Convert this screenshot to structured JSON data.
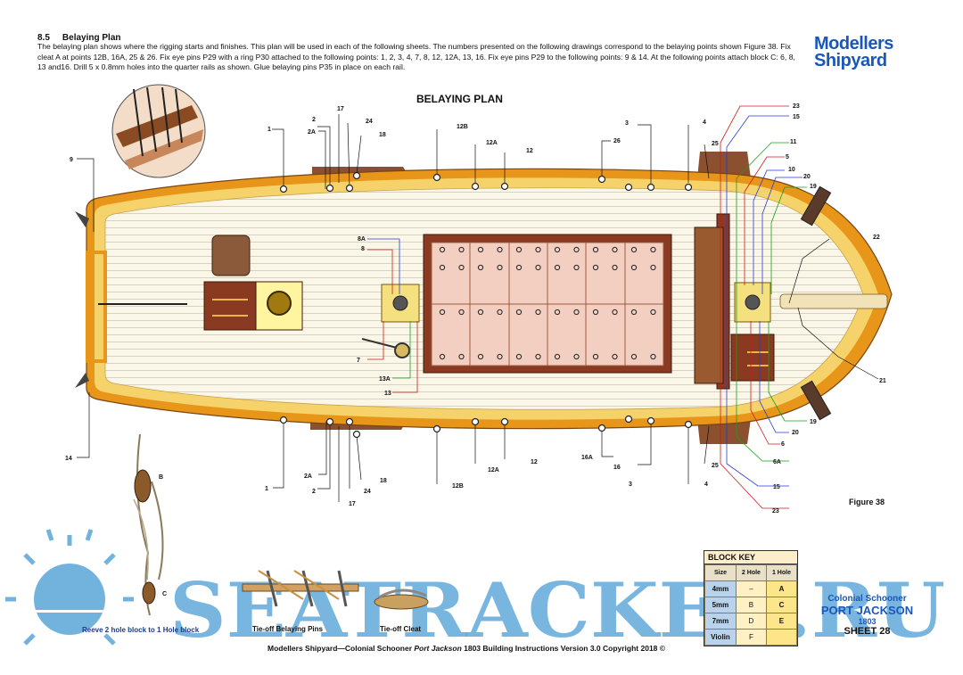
{
  "header": {
    "section_number": "8.5",
    "section_title": "Belaying Plan",
    "intro_text": "The belaying plan shows where the rigging starts and finishes. This plan will be used in each of the following sheets.  The numbers presented on the following drawings correspond to the belaying points shown Figure 38. Fix cleat A at points 12B, 16A, 25 & 26. Fix eye pins P29 with a ring P30 attached to the following points: 1, 2, 3, 4, 7, 8, 12, 12A, 13, 16. Fix eye pins P29 to the following points: 9 & 14. At the following points attach block C: 6, 8, 13 and16. Drill 5 x 0.8mm holes into the quarter rails as shown. Glue belaying pins P35 in place on each rail."
  },
  "logo": {
    "line1": "Modellers",
    "line2": "Shipyard"
  },
  "plan_title": "BELAYING PLAN",
  "figure_label": "Figure 38",
  "callouts": {
    "c1_top": "1",
    "c2_top": "2",
    "c2a_top": "2A",
    "c17_top": "17",
    "c24_top": "24",
    "c18_top": "18",
    "c12b_top": "12B",
    "c12a_top": "12A",
    "c12_top": "12",
    "c26_top": "26",
    "c3_top": "3",
    "c4_top": "4",
    "c25_top": "25",
    "c9": "9",
    "c14": "14",
    "c8a": "8A",
    "c8": "8",
    "c7": "7",
    "c13a": "13A",
    "c13": "13",
    "c23_top": "23",
    "c15_top": "15",
    "c11": "11",
    "c5": "5",
    "c10": "10",
    "c20_top": "20",
    "c19_top": "19",
    "c22": "22",
    "c21": "21",
    "c19_bot": "19",
    "c20_bot": "20",
    "c6": "6",
    "c6a": "6A",
    "c15_bot": "15",
    "c23_bot": "23",
    "c1_bot": "1",
    "c2a_bot": "2A",
    "c2_bot": "2",
    "c17_bot": "17",
    "c24_bot": "24",
    "c18_bot": "18",
    "c12b_bot": "12B",
    "c12a_bot": "12A",
    "c12_bot": "12",
    "c16a_bot": "16A",
    "c16_bot": "16",
    "c3_bot": "3",
    "c4_bot": "4",
    "c25_bot": "25",
    "cB": "B",
    "cC": "C"
  },
  "captions": {
    "reeve": "Reeve 2 hole block to 1 Hole block",
    "pins": "Tie-off Belaying Pins",
    "cleat": "Tie-off Cleat"
  },
  "block_key": {
    "title": "BLOCK KEY",
    "headers": [
      "Size",
      "2 Hole",
      "1 Hole"
    ],
    "rows": [
      {
        "size": "4mm",
        "two": "–",
        "one": "A"
      },
      {
        "size": "5mm",
        "two": "B",
        "one": "C"
      },
      {
        "size": "7mm",
        "two": "D",
        "one": "E"
      },
      {
        "size": "Violin",
        "two": "F",
        "one": ""
      }
    ]
  },
  "schooner": {
    "line1": "Colonial Schooner",
    "line2": "PORT JACKSON",
    "line3": "1803",
    "line4": "SHEET 28"
  },
  "watermark": "SEATRACKER.RU",
  "footer": {
    "prefix": "Modellers Shipyard—Colonial Schooner ",
    "ship": "Port Jackson",
    "suffix": " 1803 Building Instructions Version 3.0 Copyright 2018 ©"
  },
  "colors": {
    "hull_orange": "#e8961a",
    "rail_yellow": "#f6d36a",
    "deck": "#fbf7e8",
    "hatch": "#f2cfc0",
    "wood_dark": "#7a3a1e",
    "watermark_blue": "#5aa6d8"
  }
}
